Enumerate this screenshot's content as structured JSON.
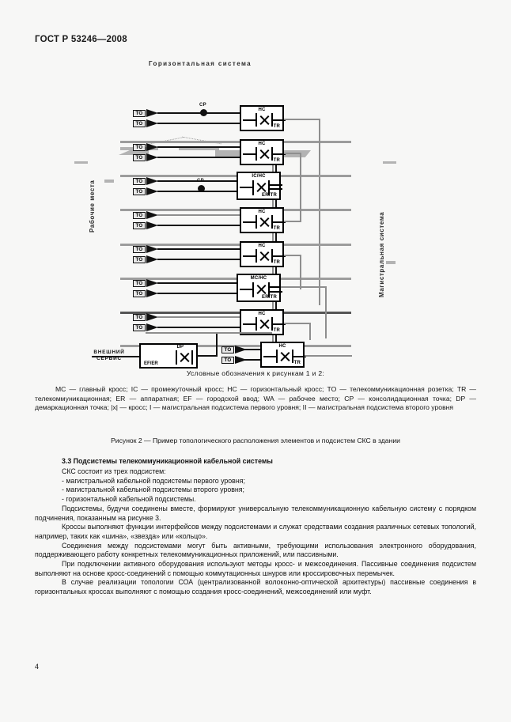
{
  "document": {
    "header": "ГОСТ Р 53246—2008",
    "page_number": "4"
  },
  "figure": {
    "top_title": "Горизонтальная система",
    "left_label": "Рабочие места",
    "right_label": "Магистральная система",
    "outlet_label": "TO",
    "cp_label": "CP",
    "external_service_line1": "ВНЕШНИЙ",
    "external_service_line2": "СЕРВИС",
    "dp_label": "DP",
    "ef_label": "EF/ER",
    "rows": [
      {
        "box_top": "HC",
        "box_bottom": "TR",
        "has_cp": true
      },
      {
        "box_top": "HC",
        "box_bottom": "TR",
        "has_cp": false
      },
      {
        "box_top": "IC/HC",
        "box_bottom": "ER/TR",
        "has_cp": true
      },
      {
        "box_top": "HC",
        "box_bottom": "TR",
        "has_cp": false
      },
      {
        "box_top": "HC",
        "box_bottom": "TR",
        "has_cp": false
      },
      {
        "box_top": "MC/HC",
        "box_bottom": "ER/TR",
        "has_cp": false
      },
      {
        "box_top": "HC",
        "box_bottom": "TR",
        "has_cp": false
      },
      {
        "box_top": "HC",
        "box_bottom": "TR",
        "has_cp": false
      }
    ]
  },
  "legend": {
    "title": "Условные обозначения к рисункам 1 и 2:",
    "body": "MC — главный кросс; IC — промежуточный кросс; HC — горизонтальный кросс; TO — телекоммуникационная розетка; TR — телекоммуникационная; ER — аппаратная; EF — городской ввод; WA — рабочее место; CP — консолидационная точка; DP — демаркационная точка;  |x| — кросс; I — магистральная подсистема первого уровня; II — магистральная подсистема второго уровня",
    "caption": "Рисунок 2 — Пример топологического расположения элементов и подсистем СКС в здании"
  },
  "section": {
    "heading": "3.3 Подсистемы телекоммуникационной кабельной системы",
    "intro": "СКС состоит из трех подсистем:",
    "bullets": [
      "- магистральной кабельной подсистемы первого уровня;",
      "- магистральной кабельной подсистемы второго уровня;",
      "- горизонтальной кабельной подсистемы."
    ],
    "paragraphs": [
      "Подсистемы, будучи соединены вместе, формируют универсальную телекоммуникационную кабельную систему с порядком подчинения, показанным на  рисунке 3.",
      "Кроссы выполняют функции интерфейсов между подсистемами и служат средствами создания различных сетевых топологий, например, таких как «шина», «звезда» или «кольцо».",
      "Соединения между подсистемами могут быть активными, требующими использования электронного оборудования, поддерживающего работу конкретных телекоммуникационных приложений, или пассивными.",
      "При подключении активного оборудования используют методы кросс- и межсоединения. Пассивные соединения подсистем выполняют на основе кросс-соединений с помощью коммутационных шнуров или кроссировочных перемычек.",
      "В случае реализации топологии СОА (централизованной волоконно-оптической архитектуры) пассивные соединения в горизонтальных кроссах выполняют с помощью создания кросс-соединений, межсоединений или муфт."
    ]
  }
}
